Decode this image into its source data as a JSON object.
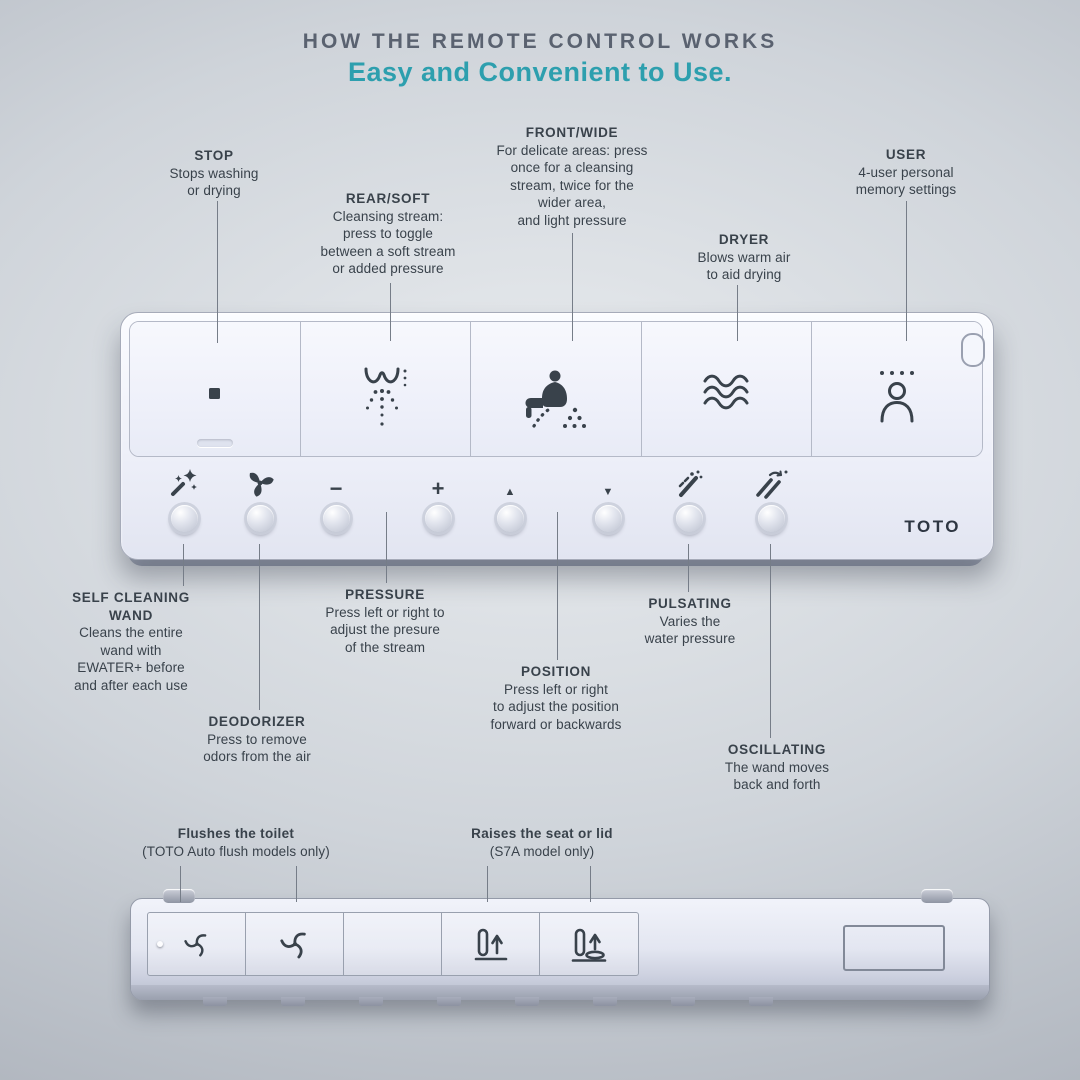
{
  "title": {
    "heading": "HOW THE REMOTE CONTROL WORKS",
    "subheading": "Easy and Convenient to Use."
  },
  "colors": {
    "accent_teal": "#2D9FAE",
    "heading_gray": "#5A6270",
    "text_dark": "#39424B",
    "connector_gray": "#767D88",
    "remote_body": "#EEF0F9"
  },
  "callouts": {
    "stop": {
      "title": "STOP",
      "body": "Stops washing\nor drying"
    },
    "rear_soft": {
      "title": "REAR/SOFT",
      "body": "Cleansing stream:\npress to toggle\nbetween a soft stream\nor added pressure"
    },
    "front_wide": {
      "title": "FRONT/WIDE",
      "body": "For delicate areas: press\nonce for a cleansing\nstream, twice for the\nwider area,\nand light pressure"
    },
    "dryer": {
      "title": "DRYER",
      "body": "Blows warm air\nto aid drying"
    },
    "user": {
      "title": "USER",
      "body": "4-user personal\nmemory settings"
    },
    "self_cleaning_wand": {
      "title": "SELF CLEANING\nWAND",
      "body": "Cleans the entire\nwand with\nEWATER+ before\nand after each use"
    },
    "deodorizer": {
      "title": "DEODORIZER",
      "body": "Press to remove\nodors from the air"
    },
    "pressure": {
      "title": "PRESSURE",
      "body": "Press left or right to\nadjust the presure\nof the stream"
    },
    "position": {
      "title": "POSITION",
      "body": "Press left or right\nto adjust the position\nforward or backwards"
    },
    "pulsating": {
      "title": "PULSATING",
      "body": "Varies the\nwater pressure"
    },
    "oscillating": {
      "title": "OSCILLATING",
      "body": "The wand moves\nback and forth"
    },
    "flush": {
      "title": "Flushes the toilet",
      "body": "(TOTO Auto flush models only)"
    },
    "seat_lid": {
      "title": "Raises the seat or lid",
      "body": "(S7A model only)"
    }
  },
  "remote_front": {
    "brand": "TOTO",
    "large_button_icons": [
      "stop-square-icon",
      "rear-soft-spray-icon",
      "front-wide-spray-icon",
      "dryer-waves-icon",
      "user-person-icon"
    ],
    "small_button_icons": [
      "sparkle-wand-icon",
      "fan-icon",
      "minus-icon",
      "plus-icon",
      "triangle-up-icon",
      "triangle-down-icon",
      "pulsating-spray-icon",
      "oscillating-spray-icon"
    ],
    "glyphs": {
      "minus": "−",
      "plus": "+",
      "up": "▲",
      "down": "▼"
    }
  },
  "remote_back": {
    "button_icons": [
      "flush-swirl-icon",
      "flush-swirl-icon",
      "blank",
      "seat-raise-icon",
      "lid-raise-icon"
    ]
  }
}
